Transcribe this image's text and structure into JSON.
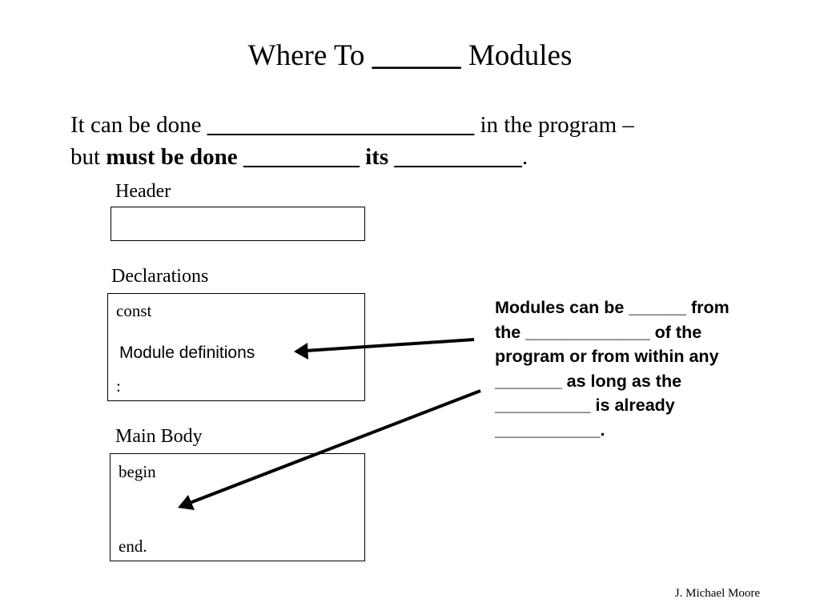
{
  "title": {
    "prefix": "Where To ",
    "blank": "______",
    "suffix": " Modules"
  },
  "intro": {
    "line1_text": "It can be done ",
    "line1_blank": "_______________________",
    "line1_tail": " in the program –",
    "line2_text": "but ",
    "line2_bold": "must be done __________ its ___________",
    "line2_tail": "."
  },
  "sections": {
    "header_label": "Header",
    "declarations_label": "Declarations",
    "main_body_label": "Main Body"
  },
  "declarations": {
    "const": "const",
    "module_definitions": "Module definitions",
    "colon": ":"
  },
  "main_body": {
    "begin": "begin",
    "end": "end."
  },
  "note": {
    "lines": [
      "Modules can be ______ from",
      "the _____________ of the",
      "program or from within any",
      "_______ as long as the",
      "__________ is already",
      "___________."
    ]
  },
  "footer": {
    "author": "J. Michael Moore"
  }
}
